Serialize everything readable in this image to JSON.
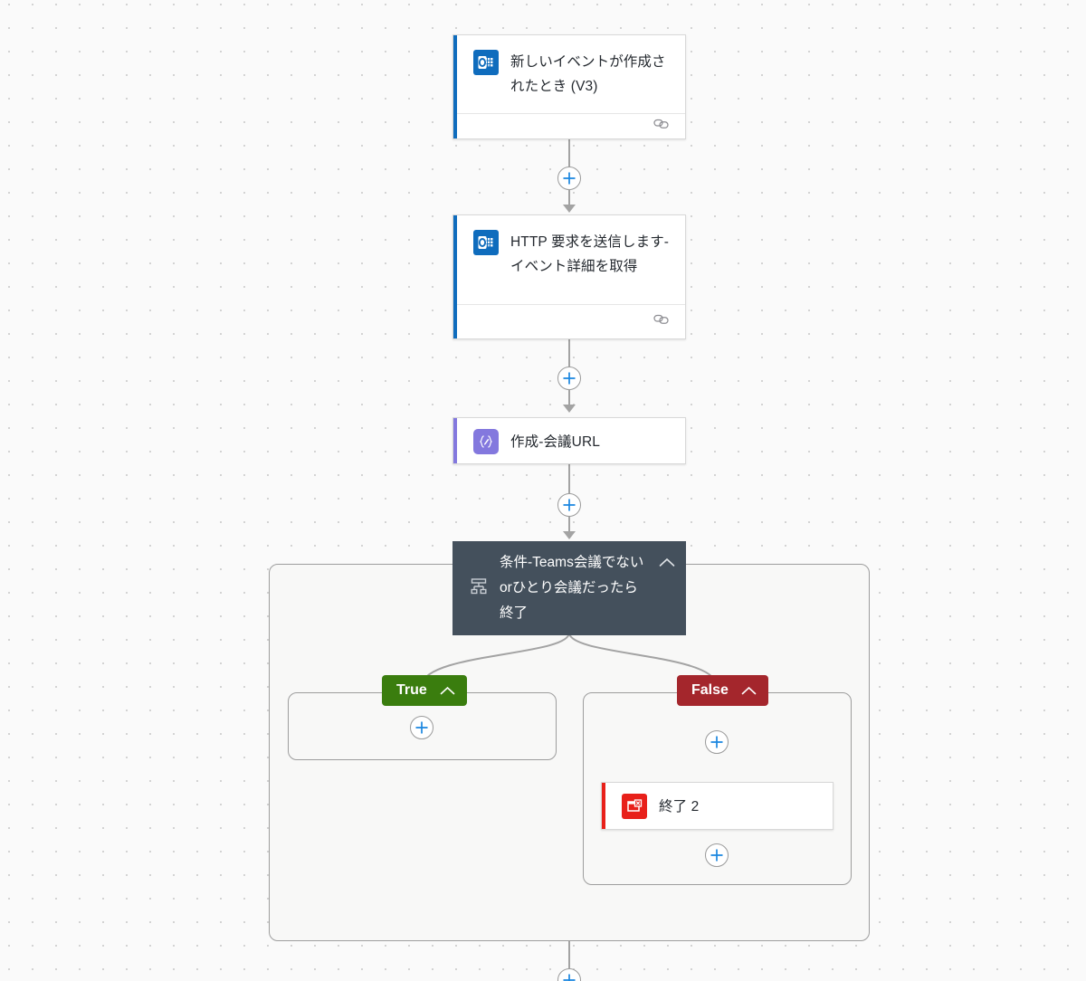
{
  "canvas": {
    "background_color": "#fafafa",
    "grid_dot_color": "#d0d0d0"
  },
  "nodes": [
    {
      "id": "trigger-new-event",
      "title": "新しいイベントが作成されたとき (V3)",
      "icon": "outlook-icon",
      "accent_color": "#0F6CBD",
      "footer_icon": "link-icon"
    },
    {
      "id": "http-request",
      "title": "HTTP 要求を送信します-イベント詳細を取得",
      "icon": "outlook-icon",
      "accent_color": "#0F6CBD",
      "footer_icon": "link-icon"
    },
    {
      "id": "compose-meeting-url",
      "title": "作成-会議URL",
      "icon": "compose-icon",
      "accent_color": "#8378de"
    },
    {
      "id": "terminate-2",
      "title": "終了 2",
      "icon": "terminate-icon",
      "accent_color": "#e8201a"
    }
  ],
  "condition": {
    "title": "条件-Teams会議でないorひとり会議だったら終了",
    "icon": "condition-branch-icon",
    "collapse_icon": "chevron-up-icon",
    "header_color": "#44505c",
    "branches": [
      {
        "label": "True",
        "color": "#3a7d0e",
        "collapse_icon": "chevron-up-icon",
        "empty": true
      },
      {
        "label": "False",
        "color": "#a4262c",
        "collapse_icon": "chevron-up-icon",
        "empty": false
      }
    ]
  },
  "add_buttons": [
    {
      "id": "add-after-trigger",
      "icon": "plus-icon"
    },
    {
      "id": "add-after-http",
      "icon": "plus-icon"
    },
    {
      "id": "add-after-compose",
      "icon": "plus-icon"
    },
    {
      "id": "add-in-true-branch",
      "icon": "plus-icon"
    },
    {
      "id": "add-before-terminate",
      "icon": "plus-icon"
    },
    {
      "id": "add-after-terminate",
      "icon": "plus-icon"
    },
    {
      "id": "add-after-condition",
      "icon": "plus-icon"
    }
  ]
}
